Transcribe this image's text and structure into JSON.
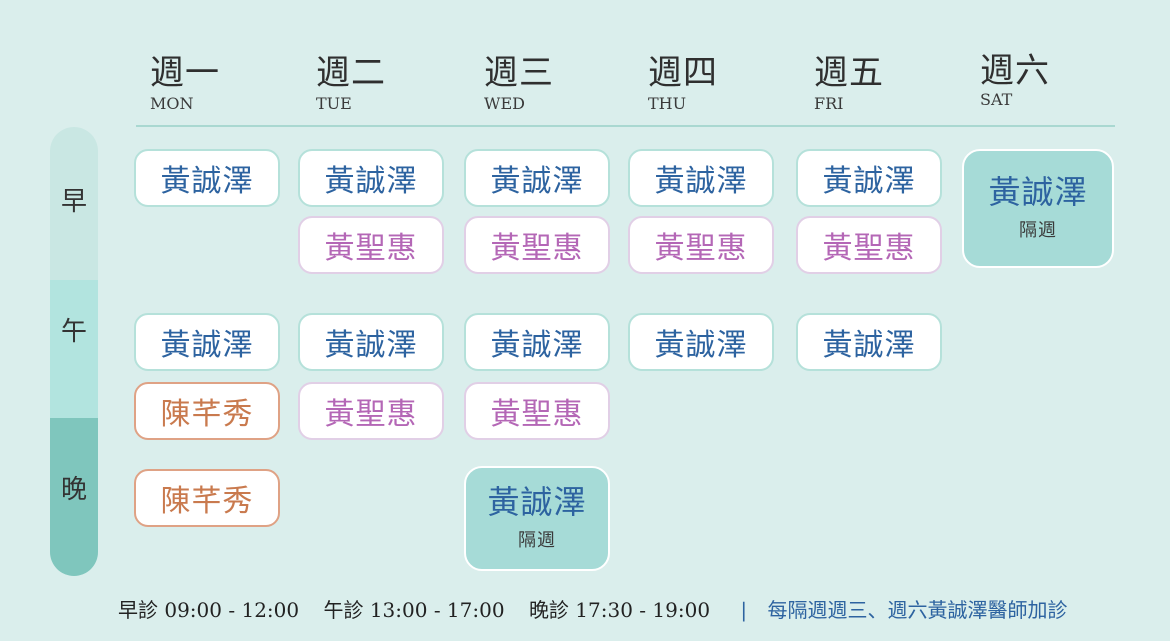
{
  "days": [
    {
      "zh": "週一",
      "en": "MON"
    },
    {
      "zh": "週二",
      "en": "TUE"
    },
    {
      "zh": "週三",
      "en": "WED"
    },
    {
      "zh": "週四",
      "en": "THU"
    },
    {
      "zh": "週五",
      "en": "FRI"
    },
    {
      "zh": "週六",
      "en": "SAT"
    }
  ],
  "slots": {
    "morning": "早",
    "afternoon": "午",
    "evening": "晚"
  },
  "doctors": {
    "huang_cheng_ze": "黃誠澤",
    "huang_sheng_hui": "黃聖惠",
    "chen_qian_xiu": "陳芊秀"
  },
  "alternate_label": "隔週",
  "footer": {
    "morning": "早診 09:00 - 12:00",
    "afternoon": "午診 13:00 - 17:00",
    "evening": "晚診 17:30 - 19:00",
    "separator": "|",
    "note": "每隔週週三、週六黃誠澤醫師加診"
  },
  "colors": {
    "background": "#daeeec",
    "blue_text": "#2d63a0",
    "purple_text": "#b467b6",
    "orange_text": "#c97a4e",
    "alternate_fill": "#a6dbd7"
  }
}
